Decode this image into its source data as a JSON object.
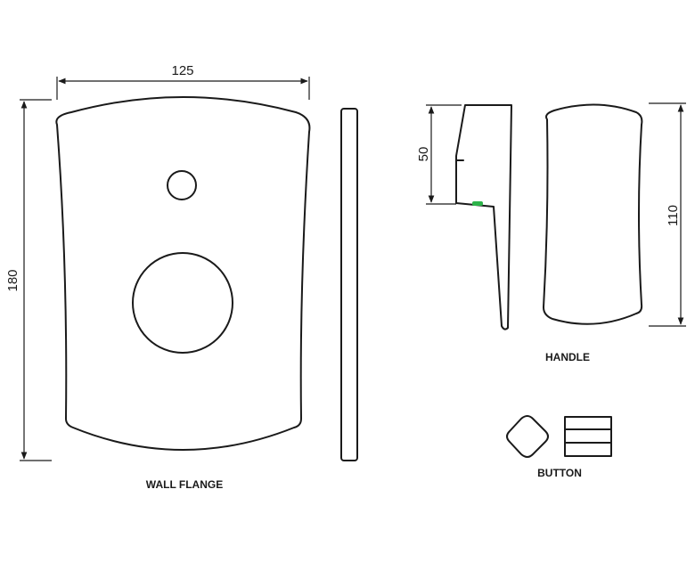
{
  "dimensions": {
    "flange_width": "125",
    "flange_height": "180",
    "handle_lever_height": "50",
    "handle_height": "110"
  },
  "labels": {
    "wall_flange": "WALL FLANGE",
    "handle": "HANDLE",
    "button": "BUTTON"
  },
  "colors": {
    "line": "#1a1a1a",
    "indicator": "#2db34a",
    "background": "#ffffff"
  }
}
